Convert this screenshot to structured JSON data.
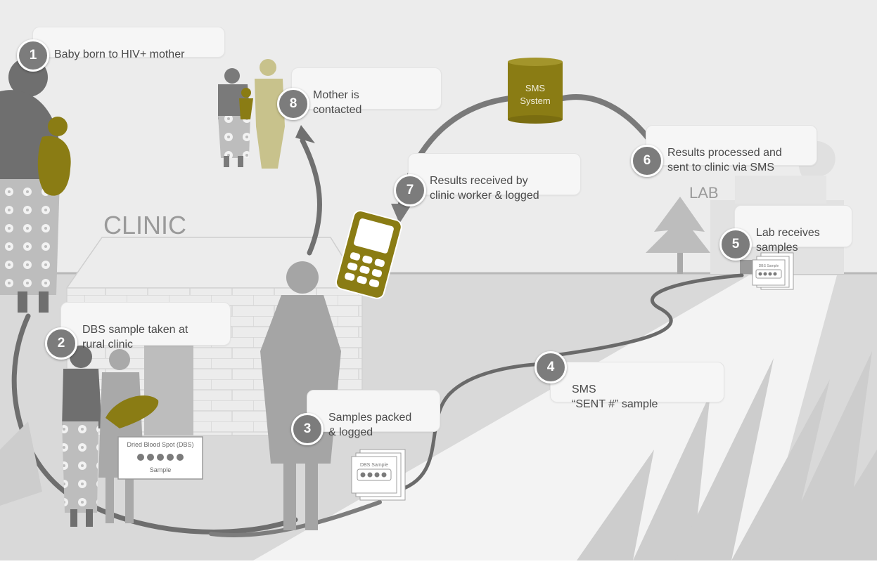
{
  "steps": [
    {
      "number": "1",
      "text": "Baby born to HIV+ mother"
    },
    {
      "number": "2",
      "text": "DBS sample taken at\nrural clinic"
    },
    {
      "number": "3",
      "text": "Samples packed\n& logged"
    },
    {
      "number": "4",
      "text": "SMS\n“SENT #” sample"
    },
    {
      "number": "5",
      "text": "Lab receives\nsamples"
    },
    {
      "number": "6",
      "text": "Results processed and\nsent to clinic via SMS"
    },
    {
      "number": "7",
      "text": "Results received by\nclinic worker & logged"
    },
    {
      "number": "8",
      "text": "Mother is\ncontacted"
    }
  ],
  "places": {
    "clinic": "CLINIC",
    "lab": "LAB"
  },
  "sms_system": {
    "line1": "SMS",
    "line2": "System"
  },
  "dbs_card": {
    "title": "Dried Blood Spot (DBS)",
    "label": "Sample"
  },
  "sample_card": {
    "label": "DBS Sample"
  },
  "lab_card": {
    "label": "DBS Sample"
  },
  "colors": {
    "accent_olive": "#8a7c14",
    "badge_gray": "#7c7c7c",
    "ground_gray": "#d9d9d9",
    "sky_gray": "#ececec"
  }
}
